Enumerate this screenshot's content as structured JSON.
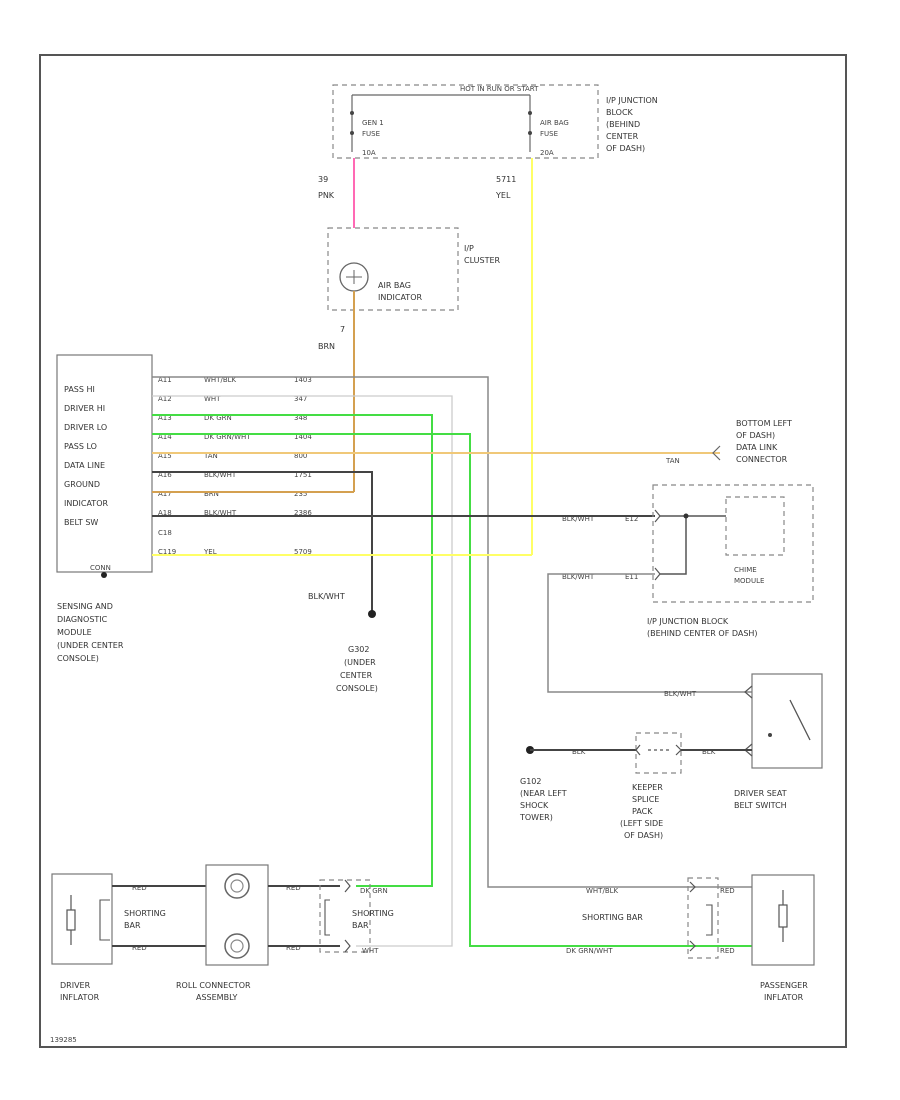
{
  "fuse_block": {
    "header": "HOT IN RUN OR START",
    "fuse1": [
      "GEN 1",
      "FUSE",
      "10A"
    ],
    "fuse2": [
      "AIR BAG",
      "FUSE",
      "20A"
    ],
    "location": [
      "I/P JUNCTION",
      "BLOCK",
      "(BEHIND",
      "CENTER",
      "OF DASH)"
    ]
  },
  "wire_top": {
    "left_num": "39",
    "left_color": "PNK",
    "right_num": "5711",
    "right_color": "YEL"
  },
  "cluster": {
    "label": [
      "I/P",
      "CLUSTER"
    ],
    "indicator": [
      "AIR BAG",
      "INDICATOR"
    ],
    "out_num": "7",
    "out_color": "BRN"
  },
  "sdm": {
    "pins": [
      "PASS HI",
      "DRIVER HI",
      "DRIVER LO",
      "PASS LO",
      "DATA LINE",
      "GROUND",
      "INDICATOR",
      "BELT SW"
    ],
    "bottom": "CONN",
    "name": [
      "SENSING AND",
      "DIAGNOSTIC",
      "MODULE",
      "(UNDER CENTER",
      "CONSOLE)"
    ]
  },
  "circuits": [
    {
      "pin": "A11",
      "color": "WHT/BLK",
      "num": "1403"
    },
    {
      "pin": "A12",
      "color": "WHT",
      "num": "347"
    },
    {
      "pin": "A13",
      "color": "DK GRN",
      "num": "348"
    },
    {
      "pin": "A14",
      "color": "DK GRN/WHT",
      "num": "1404"
    },
    {
      "pin": "A15",
      "color": "TAN",
      "num": "800"
    },
    {
      "pin": "A16",
      "color": "BLK/WHT",
      "num": "1751"
    },
    {
      "pin": "A17",
      "color": "BRN",
      "num": "235"
    },
    {
      "pin": "A18",
      "color": "BLK/WHT",
      "num": "2386"
    },
    {
      "pin": "C18",
      "color": "",
      "num": ""
    },
    {
      "pin": "C119",
      "color": "YEL",
      "num": "5709"
    }
  ],
  "dlc": {
    "wire": "TAN",
    "label": [
      "BOTTOM LEFT",
      "OF DASH)",
      "DATA LINK",
      "CONNECTOR"
    ]
  },
  "chime": {
    "wire1": "BLK/WHT",
    "term1": "E12",
    "wire2": "BLK/WHT",
    "term2": "E11",
    "module": [
      "CHIME",
      "MODULE"
    ],
    "location": [
      "I/P JUNCTION BLOCK",
      "(BEHIND CENTER OF DASH)"
    ]
  },
  "ground_g302": {
    "wire": "BLK/WHT",
    "label": [
      "G302",
      "(UNDER",
      "CENTER",
      "CONSOLE)"
    ]
  },
  "belt_switch": {
    "wire_top": "BLK/WHT",
    "wire_bottom": "BLK",
    "label": [
      "DRIVER SEAT",
      "BELT SWITCH"
    ]
  },
  "g102": {
    "wire": "BLK",
    "label": [
      "G102",
      "(NEAR LEFT",
      "SHOCK",
      "TOWER)"
    ]
  },
  "splice": {
    "label": [
      "KEEPER",
      "SPLICE",
      "PACK",
      "(LEFT SIDE",
      "OF DASH)"
    ]
  },
  "driver_side": {
    "wire1": "RED",
    "wire2": "RED",
    "shorting": [
      "SHORTING",
      "BAR"
    ],
    "inflator": [
      "DRIVER",
      "INFLATOR"
    ],
    "roll": [
      "ROLL CONNECTOR",
      "ASSEMBLY"
    ],
    "roll_out1": "RED",
    "roll_out2": "RED",
    "mid_wire1": "DK GRN",
    "mid_wire2": "WHT",
    "mid_shorting": [
      "SHORTING",
      "BAR"
    ]
  },
  "passenger_side": {
    "wire1": "WHT/BLK",
    "wire2": "DK GRN/WHT",
    "red1": "RED",
    "red2": "RED",
    "shorting": "SHORTING BAR",
    "inflator": [
      "PASSENGER",
      "INFLATOR"
    ]
  },
  "figure_id": "139285"
}
